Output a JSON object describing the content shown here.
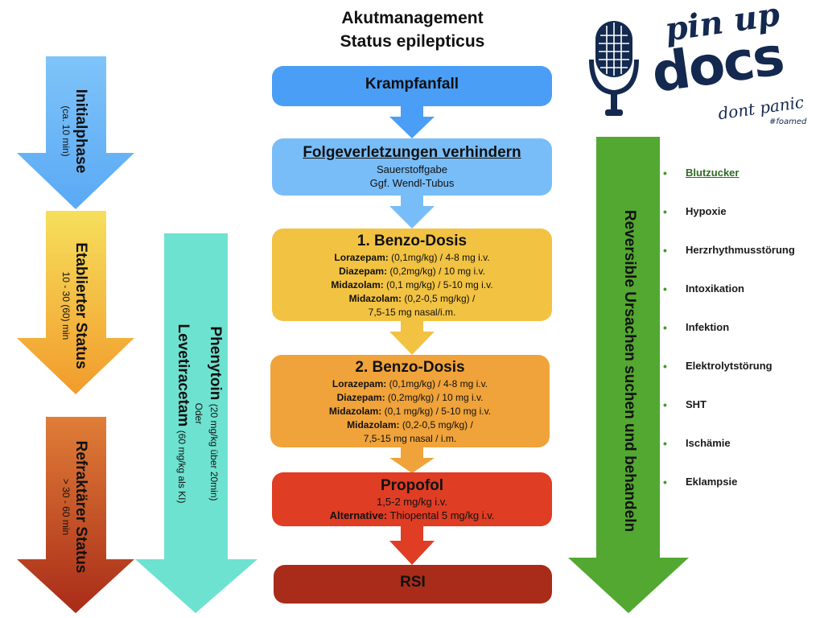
{
  "title": {
    "line1": "Akutmanagement",
    "line2": "Status epilepticus"
  },
  "phases": [
    {
      "name": "Initialphase",
      "time": "(ca. 10 min)"
    },
    {
      "name": "Etablierter Status",
      "time": "10 - 30 (60) min"
    },
    {
      "name": "Refraktärer Status",
      "time": "> 30 - 60 min"
    }
  ],
  "second_line": {
    "drug1": "Phenytoin",
    "dose1": "(20 mg/kg über 20min)",
    "or": "Oder",
    "drug2": "Levetiracetam",
    "dose2": "(60 mg/kg als KI)"
  },
  "steps": {
    "s1": {
      "title": "Krampfanfall"
    },
    "s2": {
      "title": "Folgeverletzungen verhindern",
      "lines": [
        "Sauerstoffgabe",
        "Ggf. Wendl-Tubus"
      ]
    },
    "s3": {
      "title": "1. Benzo-Dosis",
      "lines": [
        {
          "b": "Lorazepam:",
          "t": " (0,1mg/kg) / 4-8 mg i.v."
        },
        {
          "b": "Diazepam:",
          "t": " (0,2mg/kg) / 10 mg i.v."
        },
        {
          "b": "Midazolam:",
          "t": " (0,1 mg/kg) / 5-10 mg i.v."
        },
        {
          "b": "Midazolam:",
          "t": " (0,2-0,5 mg/kg) /"
        },
        {
          "b": "",
          "t": "7,5-15 mg nasal/i.m."
        }
      ]
    },
    "s4": {
      "title": "2. Benzo-Dosis",
      "lines": [
        {
          "b": "Lorazepam:",
          "t": " (0,1mg/kg) / 4-8 mg i.v."
        },
        {
          "b": "Diazepam:",
          "t": " (0,2mg/kg) / 10 mg i.v."
        },
        {
          "b": "Midazolam:",
          "t": " (0,1 mg/kg) / 5-10 mg i.v."
        },
        {
          "b": "Midazolam:",
          "t": " (0,2-0,5 mg/kg) /"
        },
        {
          "b": "",
          "t": "7,5-15 mg nasal / i.m."
        }
      ]
    },
    "s5": {
      "title": "Propofol",
      "line1": "1,5-2 mg/kg i.v.",
      "alt_label": "Alternative:",
      "alt_text": " Thiopental 5 mg/kg i.v."
    },
    "s6": {
      "title": "RSI"
    }
  },
  "reversible": {
    "label": "Reversible Ursachen suchen und behandeln",
    "causes": [
      "Blutzucker",
      "Hypoxie",
      "Herzrhythmusstörung",
      "Intoxikation",
      "Infektion",
      "Elektrolytstörung",
      "SHT",
      "Ischämie",
      "Eklampsie"
    ],
    "bullet": "•"
  },
  "logo": {
    "line1": "pin up",
    "line2": "docs",
    "line3": "dont panic",
    "tag": "#foamed"
  },
  "colors": {
    "initial": "#69b4f7",
    "established": "#f2ab35",
    "refractory": "#c2461f",
    "teal": "#6ee2d0",
    "green": "#52a831",
    "s1": "#4a9ef5",
    "s2": "#79bdf8",
    "s3": "#f2c242",
    "s4": "#f0a33a",
    "s5": "#df3d24",
    "s6": "#a92b19",
    "navy": "#14294f"
  }
}
